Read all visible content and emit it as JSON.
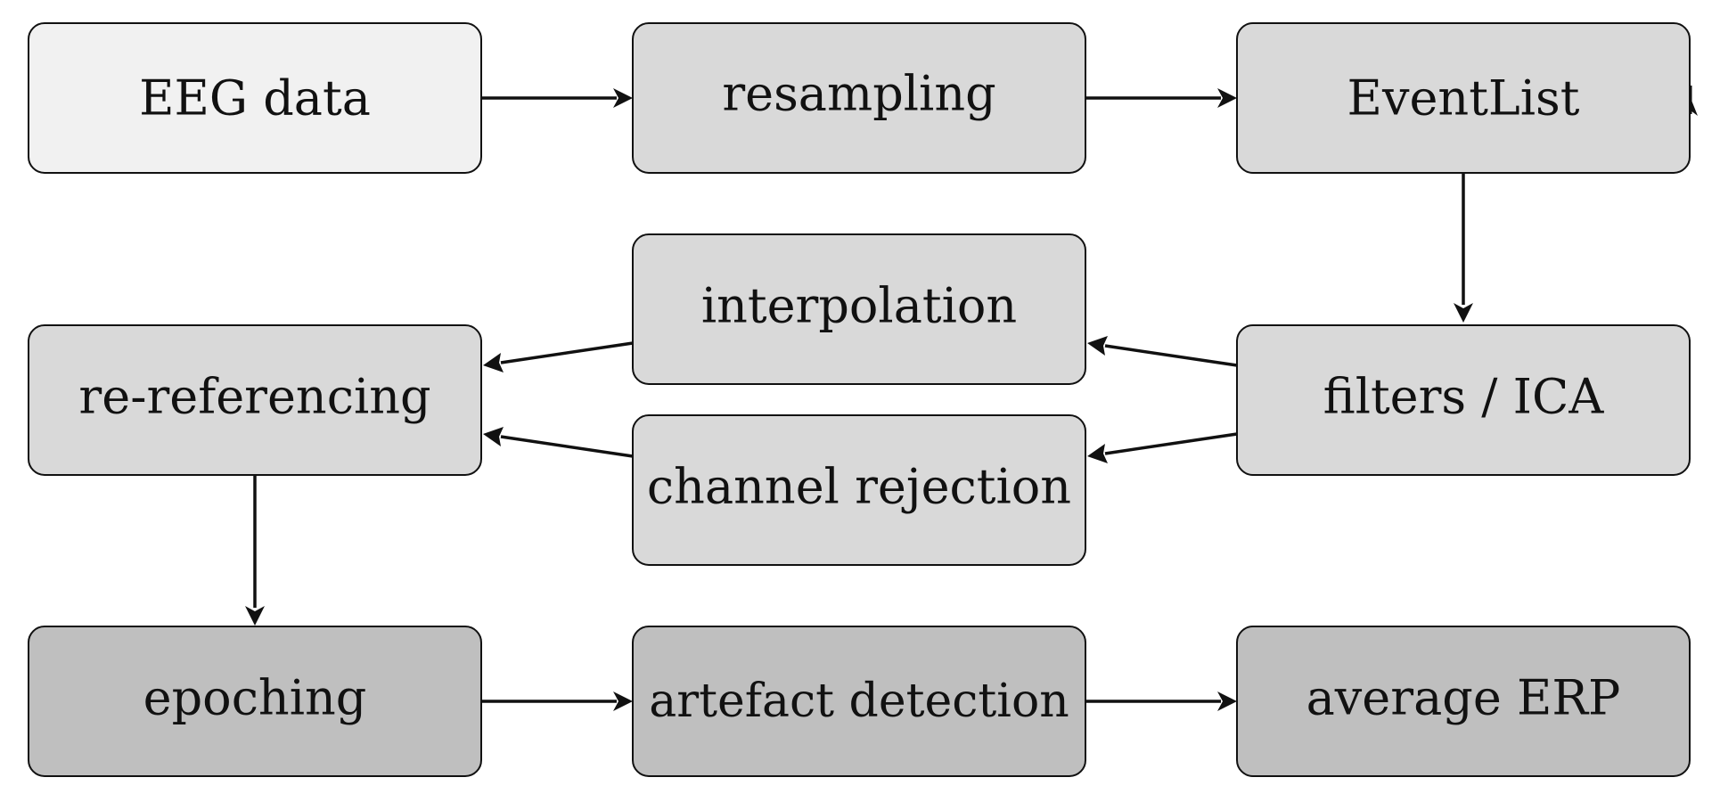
{
  "nodes": {
    "eeg_data": {
      "label": "EEG data",
      "fill": "#f1f1f1"
    },
    "resampling": {
      "label": "resampling",
      "fill": "#d9d9d9"
    },
    "eventlist": {
      "label": "EventList",
      "fill": "#d9d9d9"
    },
    "interpolation": {
      "label": "interpolation",
      "fill": "#d9d9d9"
    },
    "re_referencing": {
      "label": "re-referencing",
      "fill": "#d9d9d9"
    },
    "filters_ica": {
      "label": "filters / ICA",
      "fill": "#d9d9d9"
    },
    "channel_rejection": {
      "label": "channel rejection",
      "fill": "#d9d9d9"
    },
    "epoching": {
      "label": "epoching",
      "fill": "#bfbfbf"
    },
    "artefact_detection": {
      "label": "artefact detection",
      "fill": "#bfbfbf"
    },
    "average_erp": {
      "label": "average ERP",
      "fill": "#bfbfbf"
    }
  },
  "edges": [
    {
      "from": "eeg_data",
      "to": "resampling"
    },
    {
      "from": "resampling",
      "to": "eventlist"
    },
    {
      "from": "eventlist",
      "to": "filters_ica"
    },
    {
      "from": "filters_ica",
      "to": "interpolation"
    },
    {
      "from": "filters_ica",
      "to": "channel_rejection"
    },
    {
      "from": "interpolation",
      "to": "re_referencing"
    },
    {
      "from": "channel_rejection",
      "to": "re_referencing"
    },
    {
      "from": "re_referencing",
      "to": "epoching"
    },
    {
      "from": "epoching",
      "to": "artefact_detection"
    },
    {
      "from": "artefact_detection",
      "to": "average_erp"
    }
  ]
}
